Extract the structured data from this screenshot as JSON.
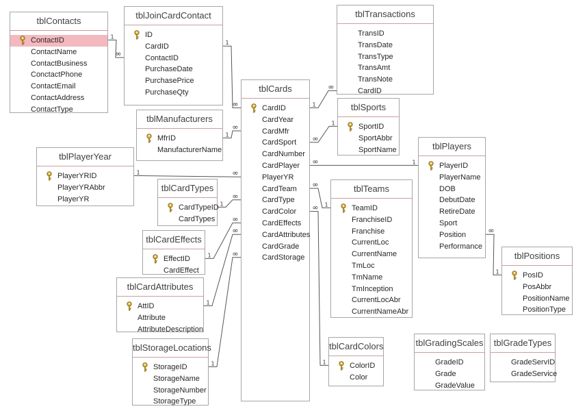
{
  "colors": {
    "border": "#a6a6a6",
    "title_rule": "#c8a0a0",
    "selected_row": "#f4b8bf",
    "line": "#555555",
    "key": "#c9a227"
  },
  "tables": [
    {
      "id": "tblContacts",
      "name": "tblContacts",
      "fields": [
        "ContactID",
        "ContactName",
        "ContactBusiness",
        "ConctactPhone",
        "ContactEmail",
        "ContactAddress",
        "ContactType"
      ],
      "keys": [
        0
      ],
      "selected": 0
    },
    {
      "id": "tblJoinCardContact",
      "name": "tblJoinCardContact",
      "fields": [
        "ID",
        "CardID",
        "ContactID",
        "PurchaseDate",
        "PurchasePrice",
        "PurchaseQty"
      ],
      "keys": [
        0
      ]
    },
    {
      "id": "tblTransactions",
      "name": "tblTransactions",
      "fields": [
        "TransID",
        "TransDate",
        "TransType",
        "TransAmt",
        "TransNote",
        "CardID"
      ],
      "keys": []
    },
    {
      "id": "tblCards",
      "name": "tblCards",
      "fields": [
        "CardID",
        "CardYear",
        "CardMfr",
        "CardSport",
        "CardNumber",
        "CardPlayer",
        "PlayerYR",
        "CardTeam",
        "CardType",
        "CardColor",
        "CardEffects",
        "CardAttributes",
        "CardGrade",
        "CardStorage"
      ],
      "keys": [
        0
      ]
    },
    {
      "id": "tblSports",
      "name": "tblSports",
      "fields": [
        "SportID",
        "SportAbbr",
        "SportName"
      ],
      "keys": [
        0
      ]
    },
    {
      "id": "tblManufacturers",
      "name": "tblManufacturers",
      "fields": [
        "MfrID",
        "ManufacturerName"
      ],
      "keys": [
        0
      ]
    },
    {
      "id": "tblPlayerYear",
      "name": "tblPlayerYear",
      "fields": [
        "PlayerYRID",
        "PlayerYRAbbr",
        "PlayerYR"
      ],
      "keys": [
        0
      ]
    },
    {
      "id": "tblPlayers",
      "name": "tblPlayers",
      "fields": [
        "PlayerID",
        "PlayerName",
        "DOB",
        "DebutDate",
        "RetireDate",
        "Sport",
        "Position",
        "Performance"
      ],
      "keys": [
        0
      ]
    },
    {
      "id": "tblCardTypes",
      "name": "tblCardTypes",
      "fields": [
        "CardTypeID",
        "CardTypes"
      ],
      "keys": [
        0
      ]
    },
    {
      "id": "tblTeams",
      "name": "tblTeams",
      "fields": [
        "TeamID",
        "FranchiseID",
        "Franchise",
        "CurrentLoc",
        "CurrentName",
        "TmLoc",
        "TmName",
        "TmInception",
        "CurrentLocAbr",
        "CurrentNameAbr"
      ],
      "keys": [
        0
      ]
    },
    {
      "id": "tblCardEffects",
      "name": "tblCardEffects",
      "fields": [
        "EffectID",
        "CardEffect"
      ],
      "keys": [
        0
      ]
    },
    {
      "id": "tblPositions",
      "name": "tblPositions",
      "fields": [
        "PosID",
        "PosAbbr",
        "PositionName",
        "PositionType"
      ],
      "keys": [
        0
      ]
    },
    {
      "id": "tblCardAttributes",
      "name": "tblCardAttributes",
      "fields": [
        "AttID",
        "Attribute",
        "AttributeDescription"
      ],
      "keys": [
        0
      ]
    },
    {
      "id": "tblStorageLocations",
      "name": "tblStorageLocations",
      "fields": [
        "StorageID",
        "StorageName",
        "StorageNumber",
        "StorageType"
      ],
      "keys": [
        0
      ]
    },
    {
      "id": "tblCardColors",
      "name": "tblCardColors",
      "fields": [
        "ColorID",
        "Color"
      ],
      "keys": [
        0
      ]
    },
    {
      "id": "tblGradingScales",
      "name": "tblGradingScales",
      "fields": [
        "GradeID",
        "Grade",
        "GradeValue"
      ],
      "keys": []
    },
    {
      "id": "tblGradeTypes",
      "name": "tblGradeTypes",
      "fields": [
        "GradeServID",
        "GradeService"
      ],
      "keys": []
    }
  ],
  "relationships": [
    {
      "from": "tblContacts.ContactID",
      "to": "tblJoinCardContact.ContactID"
    },
    {
      "from": "tblJoinCardContact.CardID",
      "to": "tblCards.CardID"
    },
    {
      "from": "tblCards.CardID",
      "to": "tblTransactions.CardID"
    },
    {
      "from": "tblSports.SportID",
      "to": "tblCards.CardSport"
    },
    {
      "from": "tblManufacturers.MfrID",
      "to": "tblCards.CardMfr"
    },
    {
      "from": "tblPlayerYear.PlayerYRID",
      "to": "tblCards.PlayerYR"
    },
    {
      "from": "tblPlayers.PlayerID",
      "to": "tblCards.CardPlayer"
    },
    {
      "from": "tblCardTypes.CardTypeID",
      "to": "tblCards.CardType"
    },
    {
      "from": "tblTeams.TeamID",
      "to": "tblCards.CardTeam"
    },
    {
      "from": "tblCardEffects.EffectID",
      "to": "tblCards.CardEffects"
    },
    {
      "from": "tblCardAttributes.AttID",
      "to": "tblCards.CardAttributes"
    },
    {
      "from": "tblStorageLocations.StorageID",
      "to": "tblCards.CardStorage"
    },
    {
      "from": "tblCardColors.ColorID",
      "to": "tblCards.CardColor"
    },
    {
      "from": "tblPositions.PosID",
      "to": "tblPlayers.Position"
    }
  ]
}
